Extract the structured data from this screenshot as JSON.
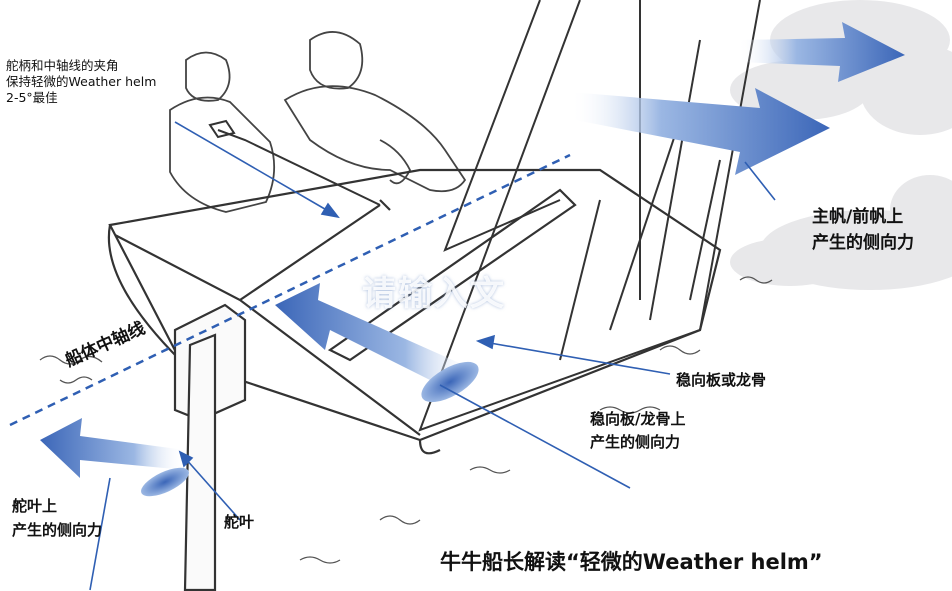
{
  "labels": {
    "tiller_note": [
      "舵柄和中轴线的夹角",
      "保持轻微的Weather helm",
      "2-5°最佳"
    ],
    "sail_force": [
      "主帆/前帆上",
      "产生的侧向力"
    ],
    "keel": "稳向板或龙骨",
    "keel_force": [
      "稳向板/龙骨上",
      "产生的侧向力"
    ],
    "rudder_force": [
      "舵叶上",
      "产生的侧向力"
    ],
    "rudder": "舵叶",
    "centerline": "船体中轴线"
  },
  "caption": "牛牛船长解读“轻微的Weather helm”",
  "watermark": "请输入文",
  "colors": {
    "arrow_blue": "#3f6fbf",
    "arrow_light": "#c9d9f2",
    "centerline": "#2f5fb3",
    "outline": "#333333"
  }
}
